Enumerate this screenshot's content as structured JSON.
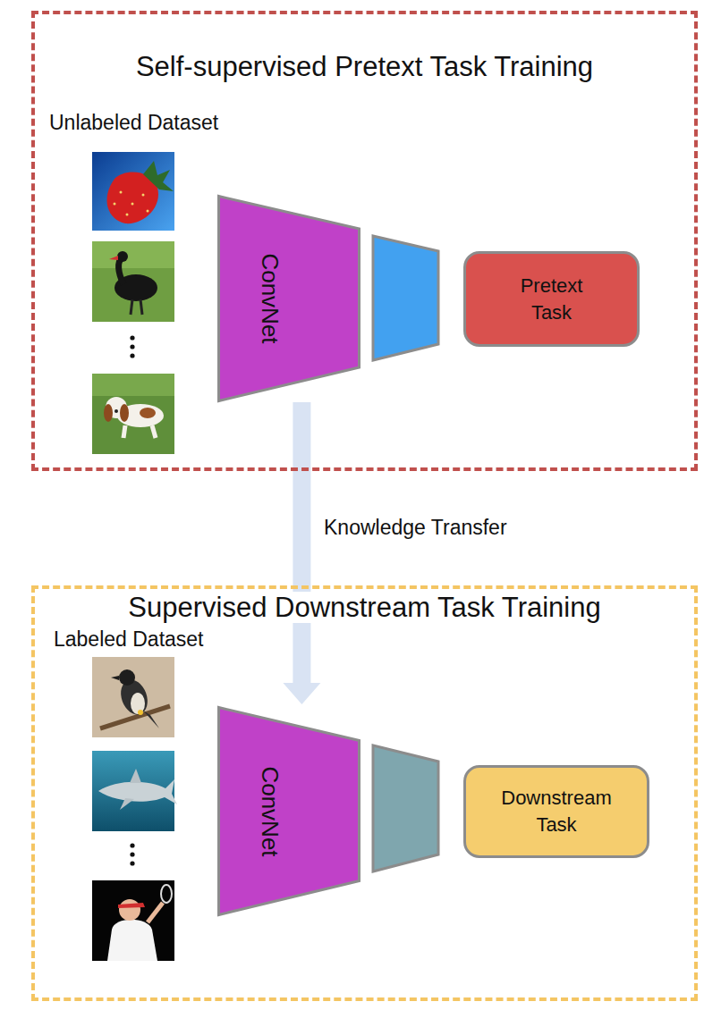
{
  "diagram": {
    "nodes": [
      {
        "text": [
          "Self-supervised Pretext Task Training"
        ]
      },
      {
        "text": [
          "ConvNet"
        ],
        "in": 0
      },
      {
        "text": [
          "Pretext Task"
        ],
        "in": 0
      },
      {
        "text": [
          "Supervised Downstream Task Training"
        ]
      },
      {
        "text": [
          "ConvNet"
        ],
        "in": 3
      },
      {
        "text": [
          "Downstream Task"
        ],
        "in": 3
      }
    ],
    "edges": [
      {
        "from": 1,
        "to": 4,
        "arrow": "to",
        "label": "Knowledge Transfer"
      }
    ],
    "labels": [
      "Unlabeled Dataset",
      "Labeled Dataset"
    ]
  }
}
